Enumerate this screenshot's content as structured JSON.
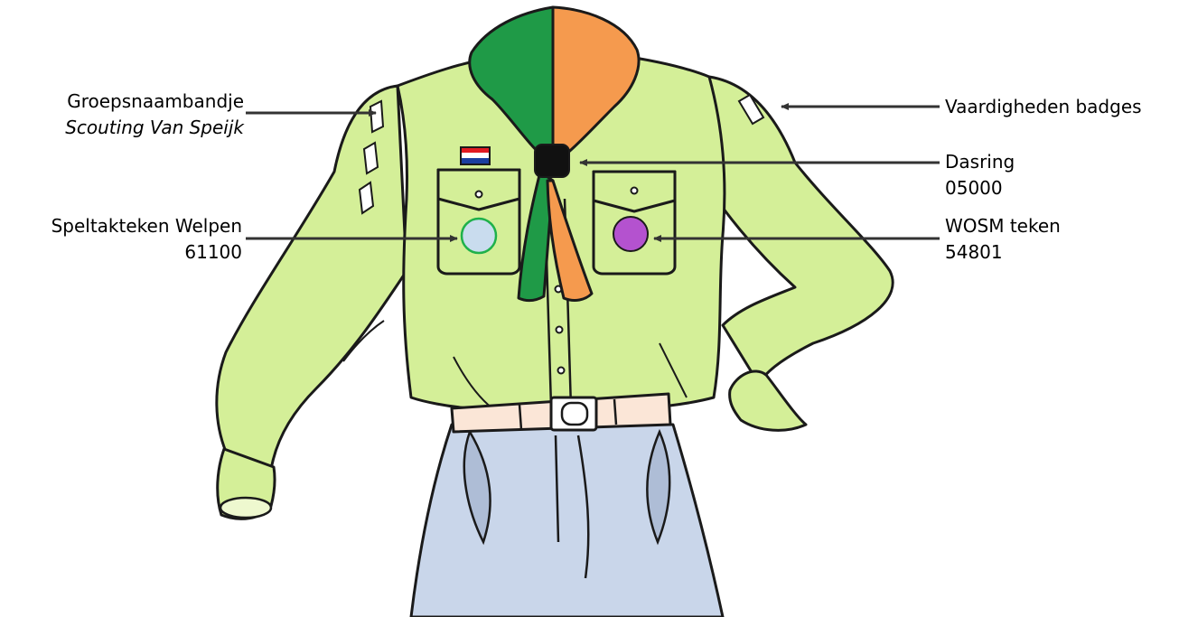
{
  "labels": {
    "groepsnaam": {
      "title": "Groepsnaambandje",
      "subtitle": "Scouting Van Speijk"
    },
    "speltak": {
      "title": "Speltakteken Welpen",
      "code": "61100"
    },
    "vaardigheden": {
      "title": "Vaardigheden badges"
    },
    "dasring": {
      "title": "Dasring",
      "code": "05000"
    },
    "wosm": {
      "title": "WOSM teken",
      "code": "54801"
    }
  },
  "colors": {
    "shirt": "#d4ef98",
    "outline": "#1a1a1a",
    "scarf_left": "#1f9a47",
    "scarf_right": "#f59a4e",
    "belt": "#fbe6d7",
    "jeans": "#c9d6ea",
    "speltak_badge": "#c9dcee",
    "speltak_badge_ring": "#1fb14a",
    "wosm_badge": "#b452cf",
    "dasring": "#111111",
    "arrow": "#333333",
    "flag_red": "#e21b22",
    "flag_white": "#ffffff",
    "flag_blue": "#1b3fa0"
  }
}
